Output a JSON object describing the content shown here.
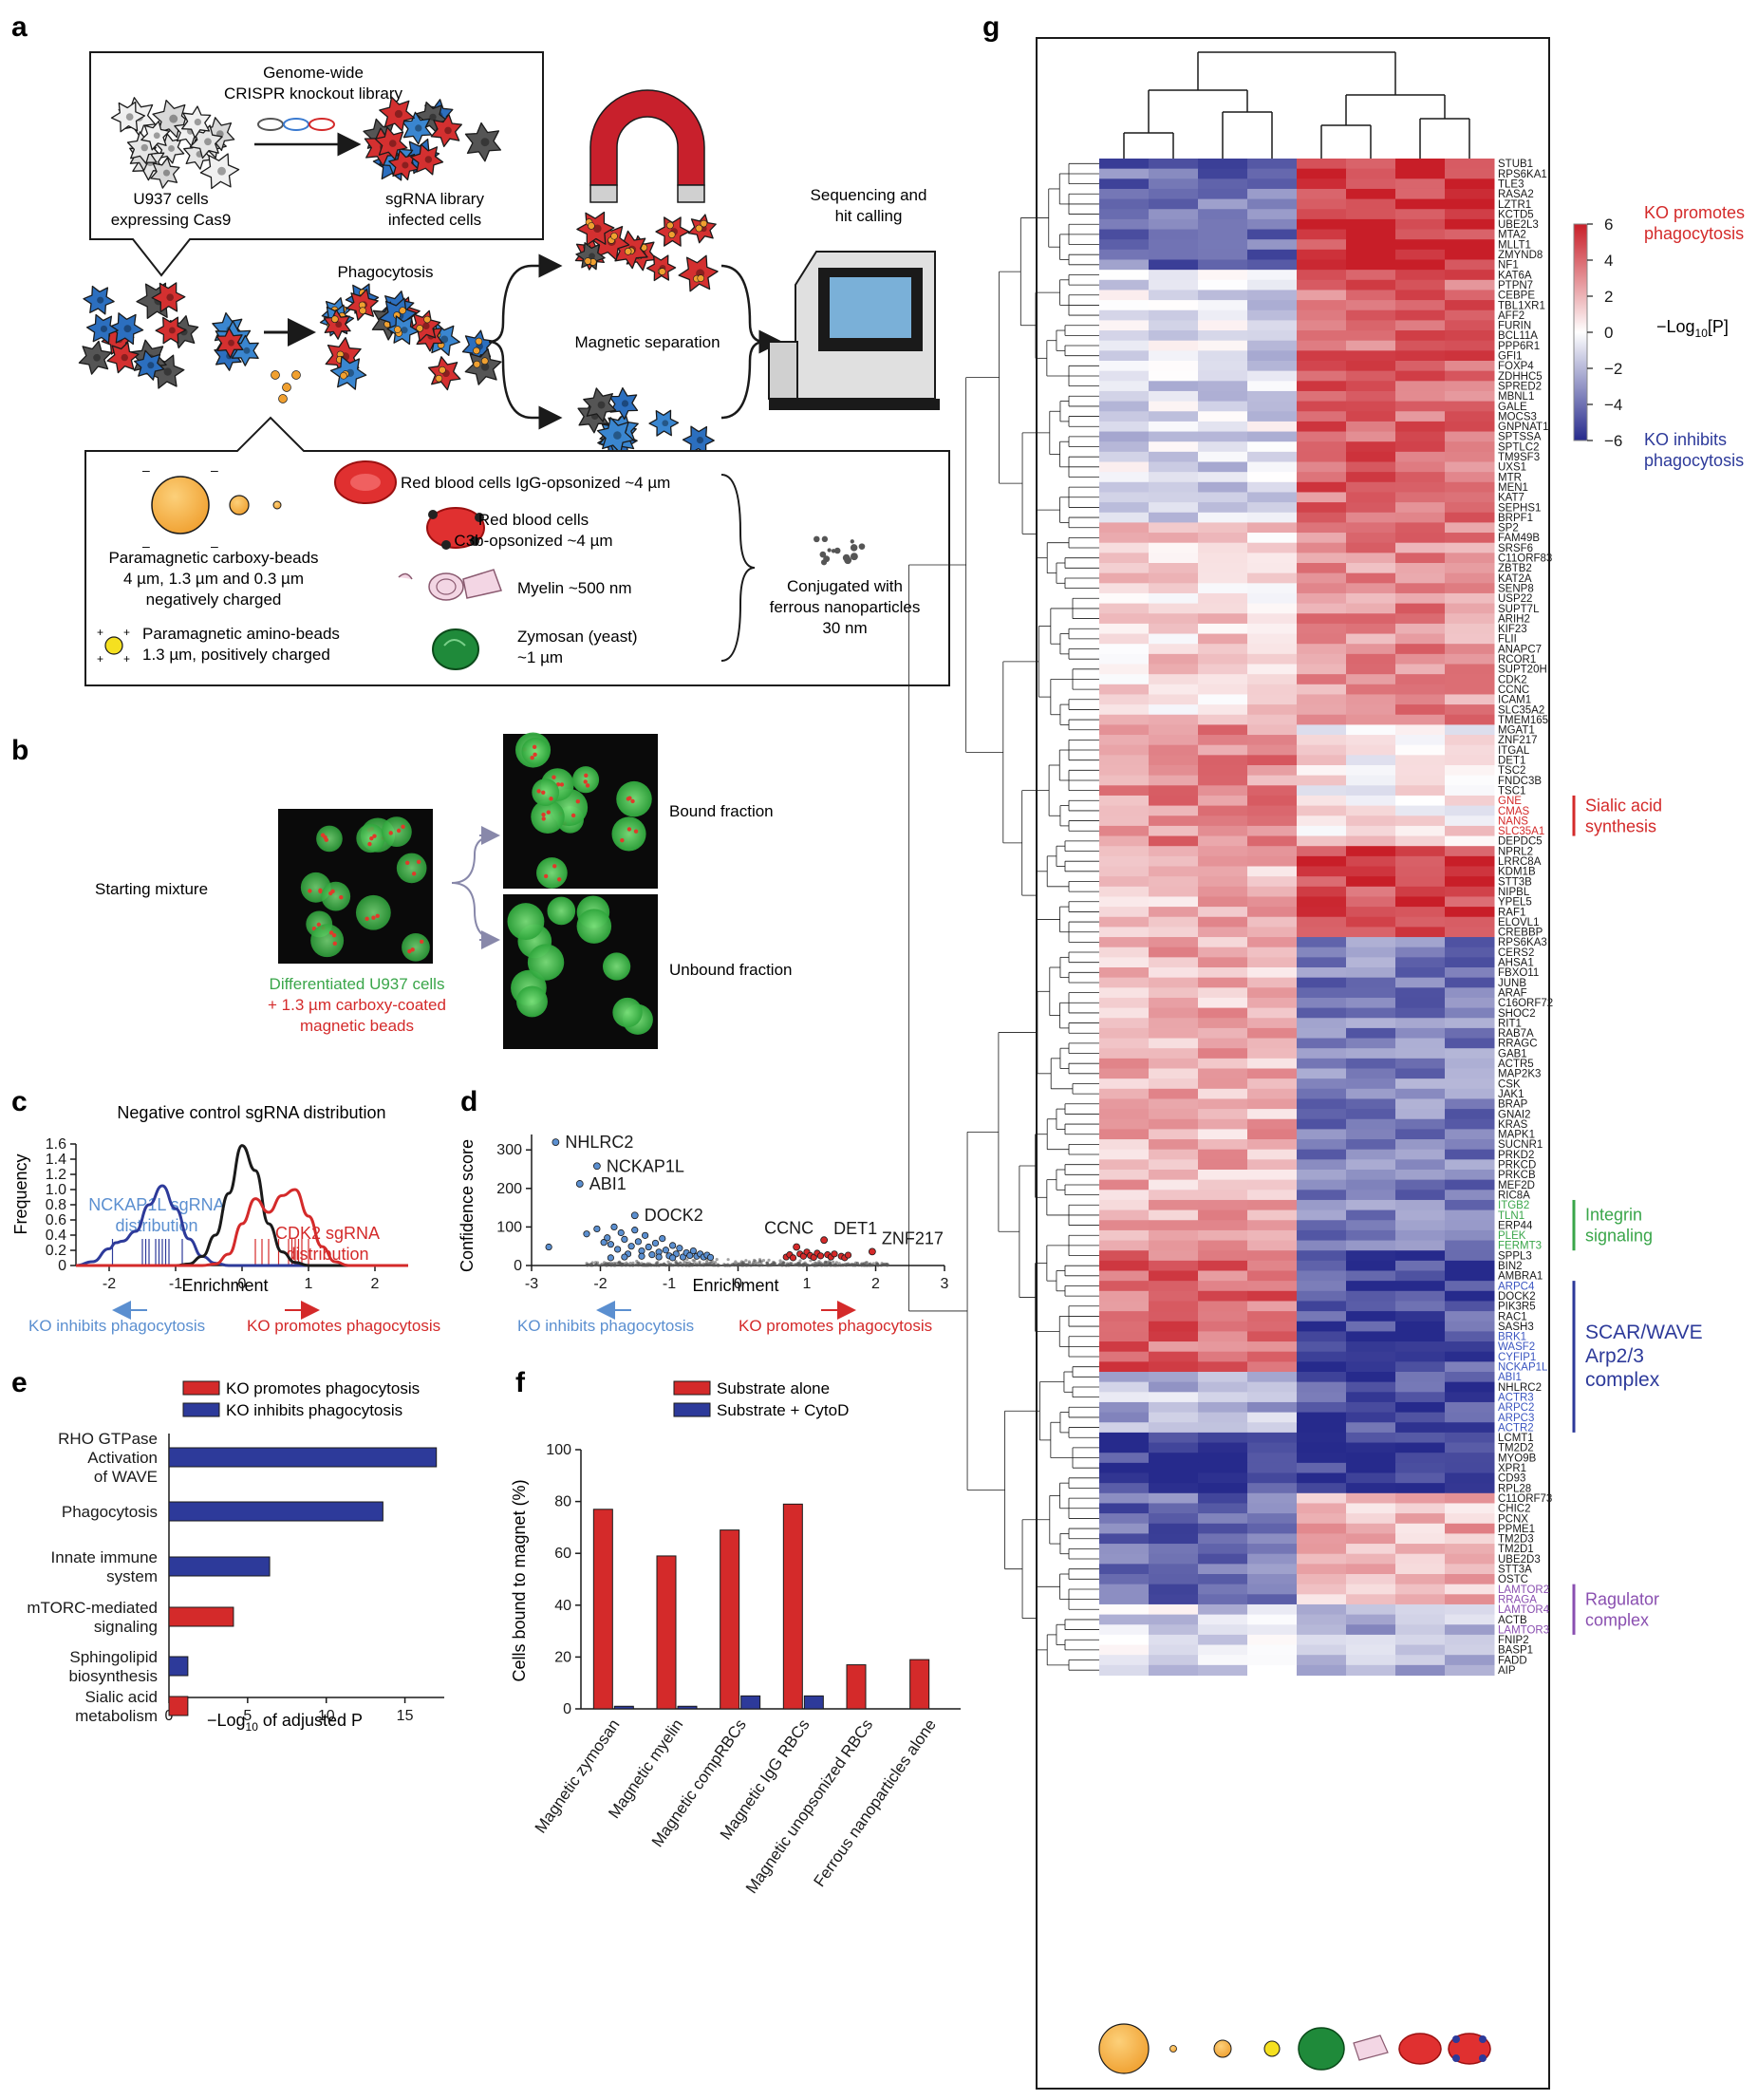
{
  "panels": {
    "a": "a",
    "b": "b",
    "c": "c",
    "d": "d",
    "e": "e",
    "f": "f",
    "g": "g"
  },
  "panel_a": {
    "library_title": "Genome-wide CRISPR knockout library",
    "library_title_l1": "Genome-wide",
    "library_title_l2": "CRISPR knockout library",
    "cells_l1": "U937 cells",
    "cells_l2": "expressing Cas9",
    "infected_l1": "sgRNA library",
    "infected_l2": "infected cells",
    "phagocytosis": "Phagocytosis",
    "magnetic_separation": "Magnetic separation",
    "seq_l1": "Sequencing and",
    "seq_l2": "hit calling",
    "rbc_igg": "Red blood cells IgG-opsonized ~4 µm",
    "rbc_c3b_l1": "Red blood cells",
    "rbc_c3b_l2": "C3b-opsonized ~4 µm",
    "carboxy_l1": "Paramagnetic carboxy-beads",
    "carboxy_l2": "4 µm, 1.3 µm and 0.3 µm",
    "carboxy_l3": "negatively charged",
    "amino_l1": "Paramagnetic amino-beads",
    "amino_l2": "1.3 µm, positively charged",
    "myelin": "Myelin ~500 nm",
    "zymosan_l1": "Zymosan (yeast)",
    "zymosan_l2": "~1 µm",
    "conj_l1": "Conjugated with",
    "conj_l2": "ferrous nanoparticles",
    "conj_l3": "30 nm"
  },
  "panel_b": {
    "starting": "Starting mixture",
    "bound": "Bound fraction",
    "unbound": "Unbound fraction",
    "caption_l1": "Differentiated U937 cells",
    "caption_l2": "+ 1.3 µm carboxy-coated",
    "caption_l3": "magnetic beads"
  },
  "colors": {
    "red": "#d42a2a",
    "blue": "#2d3a9a",
    "lightblue": "#5b8fd0",
    "green": "#3aa64a",
    "purple": "#8a4fb0",
    "black": "#1a1a1a"
  },
  "chart_data": [
    {
      "id": "c",
      "type": "line",
      "title": "Negative control sgRNA distribution",
      "xlabel": "Enrichment",
      "ylabel": "Frequency",
      "xlim": [
        -2.5,
        2.5
      ],
      "ylim": [
        0,
        1.6
      ],
      "xticks": [
        "-2",
        "-1",
        "0",
        "1",
        "2"
      ],
      "yticks": [
        "0",
        "0.2",
        "0.4",
        "0.6",
        "0.8",
        "1.0",
        "1.2",
        "1.4",
        "1.6"
      ],
      "x": [
        -2.5,
        -2.25,
        -2.0,
        -1.9,
        -1.8,
        -1.6,
        -1.4,
        -1.2,
        -1.0,
        -0.8,
        -0.6,
        -0.4,
        -0.2,
        0.0,
        0.2,
        0.4,
        0.6,
        0.8,
        1.0,
        1.2,
        1.4,
        1.6,
        1.8,
        2.0,
        2.25,
        2.5
      ],
      "series": [
        {
          "label": "NCKAP1L sgRNA distribution",
          "label_l1": "NCKAP1L sgRNA",
          "label_l2": "distribution",
          "color": "#2d3a9a",
          "values": [
            0.0,
            0.05,
            0.22,
            0.3,
            0.32,
            0.45,
            0.8,
            1.05,
            0.75,
            0.35,
            0.12,
            0.03,
            0.0,
            0.0,
            0.0,
            0.0,
            0.0,
            0.0,
            0.0,
            0.0,
            0.0,
            0.0,
            0.0,
            0.0,
            0.0,
            0.0
          ]
        },
        {
          "label": "Negative control",
          "color": "#1a1a1a",
          "values": [
            0.0,
            0.0,
            0.0,
            0.0,
            0.0,
            0.0,
            0.0,
            0.0,
            0.0,
            0.02,
            0.12,
            0.4,
            0.95,
            1.58,
            1.25,
            0.55,
            0.18,
            0.04,
            0.0,
            0.0,
            0.0,
            0.0,
            0.0,
            0.0,
            0.0,
            0.0
          ]
        },
        {
          "label": "CDK2 sgRNA distribution",
          "label_l1": "CDK2 sgRNA",
          "label_l2": "distribution",
          "color": "#d42a2a",
          "values": [
            0.0,
            0.0,
            0.0,
            0.0,
            0.0,
            0.0,
            0.0,
            0.0,
            0.0,
            0.0,
            0.0,
            0.02,
            0.15,
            0.55,
            0.88,
            0.7,
            0.92,
            1.0,
            0.65,
            0.25,
            0.05,
            0.0,
            0.0,
            0.0,
            0.0,
            0.0
          ]
        }
      ],
      "rug_blue": [
        -1.95,
        -1.5,
        -1.45,
        -1.4,
        -1.3,
        -1.25,
        -1.2,
        -1.15,
        -1.1,
        -0.9
      ],
      "rug_red": [
        0.2,
        0.3,
        0.4,
        0.55,
        0.7,
        0.75,
        0.8,
        0.85,
        0.9,
        1.0
      ],
      "arrow_left": "KO inhibits phagocytosis",
      "arrow_right": "KO promotes phagocytosis"
    },
    {
      "id": "d",
      "type": "scatter",
      "xlabel": "Enrichment",
      "ylabel": "Confidence score",
      "xlim": [
        -3,
        3
      ],
      "ylim": [
        0,
        340
      ],
      "xticks": [
        "-3",
        "-2",
        "-1",
        "0",
        "1",
        "2",
        "3"
      ],
      "yticks": [
        "0",
        "100",
        "200",
        "300"
      ],
      "points_labeled": [
        {
          "label": "NHLRC2",
          "x": -2.65,
          "y": 320,
          "color": "#5b8fd0"
        },
        {
          "label": "NCKAP1L",
          "x": -2.05,
          "y": 258,
          "color": "#5b8fd0"
        },
        {
          "label": "ABI1",
          "x": -2.3,
          "y": 212,
          "color": "#5b8fd0"
        },
        {
          "label": "DOCK2",
          "x": -1.5,
          "y": 130,
          "color": "#5b8fd0"
        },
        {
          "label": "CCNC",
          "x": 0.85,
          "y": 48,
          "color": "#d42a2a"
        },
        {
          "label": "DET1",
          "x": 1.25,
          "y": 66,
          "color": "#d42a2a"
        },
        {
          "label": "ZNF217",
          "x": 1.95,
          "y": 36,
          "color": "#d42a2a"
        }
      ],
      "points_blue": [
        [
          -2.75,
          48
        ],
        [
          -2.2,
          82
        ],
        [
          -2.05,
          95
        ],
        [
          -1.95,
          60
        ],
        [
          -1.9,
          72
        ],
        [
          -1.85,
          55
        ],
        [
          -1.8,
          100
        ],
        [
          -1.75,
          42
        ],
        [
          -1.7,
          85
        ],
        [
          -1.65,
          68
        ],
        [
          -1.6,
          30
        ],
        [
          -1.55,
          50
        ],
        [
          -1.5,
          92
        ],
        [
          -1.45,
          62
        ],
        [
          -1.4,
          38
        ],
        [
          -1.35,
          78
        ],
        [
          -1.3,
          48
        ],
        [
          -1.25,
          28
        ],
        [
          -1.2,
          58
        ],
        [
          -1.15,
          35
        ],
        [
          -1.1,
          70
        ],
        [
          -1.05,
          40
        ],
        [
          -1.0,
          25
        ],
        [
          -0.95,
          52
        ],
        [
          -0.9,
          30
        ],
        [
          -0.85,
          45
        ],
        [
          -0.8,
          22
        ],
        [
          -0.75,
          33
        ],
        [
          -0.7,
          26
        ],
        [
          -0.65,
          38
        ],
        [
          -0.6,
          24
        ],
        [
          -0.55,
          30
        ],
        [
          -0.5,
          22
        ],
        [
          -0.45,
          27
        ],
        [
          -0.4,
          21
        ],
        [
          -1.85,
          20
        ],
        [
          -1.65,
          22
        ],
        [
          -1.4,
          24
        ],
        [
          -1.15,
          22
        ],
        [
          -0.95,
          20
        ]
      ],
      "points_red": [
        [
          0.7,
          22
        ],
        [
          0.75,
          28
        ],
        [
          0.8,
          20
        ],
        [
          0.9,
          30
        ],
        [
          0.95,
          24
        ],
        [
          1.0,
          35
        ],
        [
          1.05,
          26
        ],
        [
          1.1,
          21
        ],
        [
          1.15,
          32
        ],
        [
          1.2,
          25
        ],
        [
          1.3,
          28
        ],
        [
          1.35,
          22
        ],
        [
          1.4,
          30
        ],
        [
          1.5,
          24
        ],
        [
          1.55,
          20
        ],
        [
          1.6,
          27
        ]
      ],
      "arrow_left": "KO inhibits phagocytosis",
      "arrow_right": "KO promotes phagocytosis"
    },
    {
      "id": "e",
      "type": "bar",
      "orientation": "horizontal",
      "xlabel": "−Log10 of adjusted P",
      "xlabel_pre": "−Log",
      "xlabel_sub": "10",
      "xlabel_post": " of adjusted P",
      "xlim": [
        0,
        17.5
      ],
      "xticks": [
        "0",
        "5",
        "10",
        "15"
      ],
      "legend": [
        {
          "label": "KO promotes phagocytosis",
          "color": "#d42a2a"
        },
        {
          "label": "KO inhibits phagocytosis",
          "color": "#2d3a9a"
        }
      ],
      "categories": [
        {
          "name": "RHO GTPase Activation of WAVE",
          "lines": [
            "RHO GTPase",
            "Activation",
            "of WAVE"
          ],
          "value": 17.0,
          "group": "inhibits"
        },
        {
          "name": "Phagocytosis",
          "lines": [
            "Phagocytosis"
          ],
          "value": 13.6,
          "group": "inhibits"
        },
        {
          "name": "Innate immune system",
          "lines": [
            "Innate immune",
            "system"
          ],
          "value": 6.4,
          "group": "inhibits"
        },
        {
          "name": "mTORC-mediated signaling",
          "lines": [
            "mTORC-mediated",
            "signaling"
          ],
          "value": 4.1,
          "group": "promotes"
        },
        {
          "name": "Sphingolipid biosynthesis",
          "lines": [
            "Sphingolipid",
            "biosynthesis"
          ],
          "value": 1.2,
          "group": "inhibits"
        },
        {
          "name": "Sialic acid metabolism",
          "lines": [
            "Sialic acid",
            "metabolism"
          ],
          "value": 1.2,
          "group": "promotes"
        }
      ]
    },
    {
      "id": "f",
      "type": "bar",
      "ylabel": "Cells bound to magnet (%)",
      "ylim": [
        0,
        100
      ],
      "yticks": [
        "0",
        "20",
        "40",
        "60",
        "80",
        "100"
      ],
      "legend": [
        {
          "label": "Substrate alone",
          "color": "#d42a2a"
        },
        {
          "label": "Substrate + CytoD",
          "color": "#2d3a9a"
        }
      ],
      "categories": [
        "Magnetic zymosan",
        "Magnetic myelin",
        "Magnetic compRBCs",
        "Magnetic IgG RBCs",
        "Magnetic unopsonized RBCs",
        "Ferrous nanoparticles alone"
      ],
      "series": [
        {
          "name": "Substrate alone",
          "values": [
            77,
            59,
            69,
            79,
            17,
            19
          ]
        },
        {
          "name": "Substrate + CytoD",
          "values": [
            1,
            1,
            5,
            5,
            null,
            null
          ]
        }
      ]
    },
    {
      "id": "g",
      "type": "heatmap",
      "genes": [
        "STUB1",
        "RPS6KA1",
        "TLE3",
        "RASA2",
        "LZTR1",
        "KCTD5",
        "UBE2L3",
        "MTA2",
        "MLLT1",
        "ZMYND8",
        "NF1",
        "KAT6A",
        "PTPN7",
        "CEBPE",
        "TBL1XR1",
        "AFF2",
        "FURIN",
        "BCL11A",
        "PPP6R1",
        "GFI1",
        "FOXP4",
        "ZDHHC5",
        "SPRED2",
        "MBNL1",
        "GALE",
        "MOCS3",
        "GNPNAT1",
        "SPTSSA",
        "SPTLC2",
        "TM9SF3",
        "UXS1",
        "MTR",
        "MEN1",
        "KAT7",
        "SEPHS1",
        "BRPF1",
        "SP2",
        "FAM49B",
        "SRSF6",
        "C11ORF83",
        "ZBTB2",
        "KAT2A",
        "SENP8",
        "USP22",
        "SUPT7L",
        "ARIH2",
        "KIF23",
        "FLII",
        "ANAPC7",
        "RCOR1",
        "SUPT20H",
        "CDK2",
        "CCNC",
        "ICAM1",
        "SLC35A2",
        "TMEM165",
        "MGAT1",
        "ZNF217",
        "ITGAL",
        "DET1",
        "TSC2",
        "FNDC3B",
        "TSC1",
        "GNE",
        "CMAS",
        "NANS",
        "SLC35A1",
        "DEPDC5",
        "NPRL2",
        "LRRC8A",
        "KDM1B",
        "STT3B",
        "NIPBL",
        "YPEL5",
        "RAF1",
        "ELOVL1",
        "CREBBP",
        "RPS6KA3",
        "CERS2",
        "AHSA1",
        "FBXO11",
        "JUNB",
        "ARAF",
        "C16ORF72",
        "SHOC2",
        "RIT1",
        "RAB7A",
        "RRAGC",
        "GAB1",
        "ACTR5",
        "MAP2K3",
        "CSK",
        "JAK1",
        "BRAP",
        "GNAI2",
        "KRAS",
        "MAPK1",
        "SUCNR1",
        "PRKD2",
        "PRKCD",
        "PRKCB",
        "MEF2D",
        "RIC8A",
        "ITGB2",
        "TLN1",
        "ERP44",
        "PLEK",
        "FERMT3",
        "SPPL3",
        "BIN2",
        "AMBRA1",
        "ARPC4",
        "DOCK2",
        "PIK3R5",
        "RAC1",
        "SASH3",
        "BRK1",
        "WASF2",
        "CYFIP1",
        "NCKAP1L",
        "ABI1",
        "NHLRC2",
        "ACTR3",
        "ARPC2",
        "ARPC3",
        "ACTR2",
        "LCMT1",
        "TM2D2",
        "MYO9B",
        "XPR1",
        "CD93",
        "RPL28",
        "C11ORF73",
        "CHIC2",
        "PCNX",
        "PPME1",
        "TM2D3",
        "TM2D1",
        "UBE2D3",
        "STT3A",
        "OSTC",
        "LAMTOR2",
        "RRAGA",
        "LAMTOR4",
        "ACTB",
        "LAMTOR3",
        "FNIP2",
        "BASP1",
        "FADD",
        "AIP"
      ],
      "colored_genes": {
        "red": [
          "GNE",
          "CMAS",
          "NANS",
          "SLC35A1"
        ],
        "green": [
          "ITGB2",
          "TLN1",
          "PLEK",
          "FERMT3"
        ],
        "blue": [
          "ARPC4",
          "BRK1",
          "WASF2",
          "CYFIP1",
          "NCKAP1L",
          "ABI1",
          "ACTR3",
          "ARPC2",
          "ARPC3",
          "ACTR2"
        ],
        "purple": [
          "LAMTOR2",
          "RRAGA",
          "LAMTOR4",
          "LAMTOR3"
        ]
      },
      "columns": 8,
      "column_substrates": [
        "4 µm carboxy-bead",
        "0.3 µm carboxy-bead",
        "1.3 µm carboxy-bead",
        "1.3 µm amino-bead",
        "Zymosan",
        "Myelin",
        "IgG RBC",
        "C3b RBC"
      ],
      "colorbar": {
        "min": -6,
        "max": 6,
        "ticks": [
          "6",
          "4",
          "2",
          "0",
          "−2",
          "−4",
          "−6"
        ],
        "label": "−Log10[P]",
        "label_pre": "−Log",
        "label_sub": "10",
        "label_post": "[P]"
      },
      "annotations": [
        {
          "id": "top",
          "text_l1": "KO promotes",
          "text_l2": "phagocytosis",
          "color": "#d42a2a"
        },
        {
          "id": "bottom",
          "text_l1": "KO inhibits",
          "text_l2": "phagocytosis",
          "color": "#2d3a9a"
        },
        {
          "id": "sialic",
          "text_l1": "Sialic acid",
          "text_l2": "synthesis",
          "color": "#d42a2a",
          "first": "GNE",
          "last": "SLC35A1"
        },
        {
          "id": "integrin",
          "text_l1": "Integrin",
          "text_l2": "signaling",
          "color": "#3aa64a",
          "first": "ITGB2",
          "last": "FERMT3"
        },
        {
          "id": "scar",
          "text_l1": "SCAR/WAVE",
          "text_l2": "Arp2/3",
          "text_l3": "complex",
          "color": "#2d3a9a",
          "first": "ARPC4",
          "last": "ACTR2"
        },
        {
          "id": "ragulator",
          "text_l1": "Ragulator",
          "text_l2": "complex",
          "color": "#8a4fb0",
          "first": "LAMTOR2",
          "last": "LAMTOR3"
        }
      ]
    }
  ]
}
